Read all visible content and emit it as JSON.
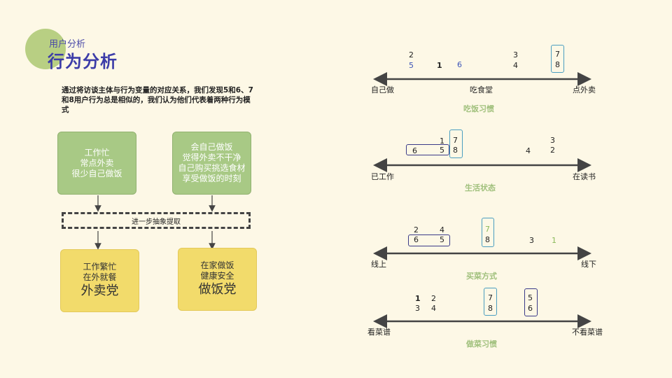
{
  "header": {
    "subtitle": "用户分析",
    "title": "行为分析"
  },
  "description": "通过将访谈主体与行为变量的对应关系，我们发现5和6、7和8用户行为总是相似的，我们认为他们代表着两种行为模式",
  "flow": {
    "box_left": "工作忙\n常点外卖\n很少自己做饭",
    "box_right": "会自己做饭\n觉得外卖不干净\n自己购买挑选食材\n享受做饭的时刻",
    "abstraction": "进一步抽象提取",
    "result_left_desc": "工作繁忙\n在外就餐",
    "result_left_title": "外卖党",
    "result_right_desc": "在家做饭\n健康安全",
    "result_right_title": "做饭党"
  },
  "colors": {
    "blue_num": "#3d55b8",
    "green_num": "#8aba5b",
    "teal_box": "#4a9ec0",
    "navy_box": "#3a3a88",
    "caption": "#a0c07c"
  },
  "axes": [
    {
      "left_label": "自己做",
      "mid_label": "吃食堂",
      "right_label": "点外卖",
      "caption": "吃饭习惯",
      "nums": {
        "a": "2",
        "b": "5",
        "c": "1",
        "d": "6",
        "e": "3",
        "f": "4",
        "g": "7",
        "h": "8"
      }
    },
    {
      "left_label": "已工作",
      "right_label": "在读书",
      "caption": "生活状态",
      "nums": {
        "a": "1",
        "b": "6",
        "c": "5",
        "d": "7",
        "e": "8",
        "f": "4",
        "g": "3",
        "h": "2"
      }
    },
    {
      "left_label": "线上",
      "right_label": "线下",
      "caption": "买菜方式",
      "nums": {
        "a": "2",
        "b": "4",
        "c": "6",
        "d": "5",
        "e": "7",
        "f": "8",
        "g": "3",
        "h": "1"
      }
    },
    {
      "left_label": "看菜谱",
      "right_label": "不看菜谱",
      "caption": "做菜习惯",
      "nums": {
        "a": "1",
        "b": "2",
        "c": "3",
        "d": "4",
        "e": "7",
        "f": "8",
        "g": "5",
        "h": "6"
      }
    }
  ]
}
